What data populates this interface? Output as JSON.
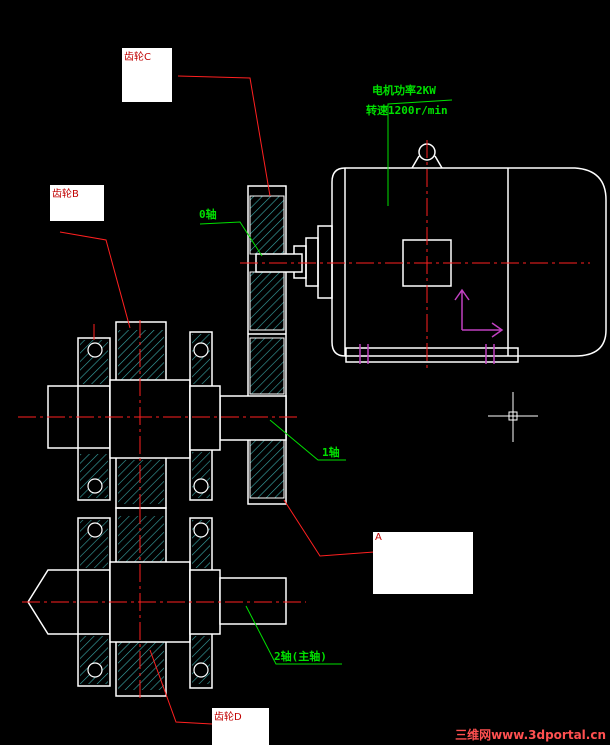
{
  "callouts": {
    "gear_c": "齿轮C",
    "gear_b": "齿轮B",
    "gear_d": "齿轮D",
    "box_a": "A"
  },
  "motor": {
    "power": "电机功率2KW",
    "speed": "转速1200r/min"
  },
  "shafts": {
    "shaft0": "0轴",
    "shaft1": "1轴",
    "shaft2": "2轴(主轴)"
  },
  "watermark": "三维网www.3dportal.cn",
  "colors": {
    "background": "#000000",
    "lines": "#ffffff",
    "centerline": "#ff2020",
    "leader": "#ff2020",
    "hatch": "#40b0b0",
    "label_green": "#00e000",
    "ucs": "#c040c0"
  }
}
